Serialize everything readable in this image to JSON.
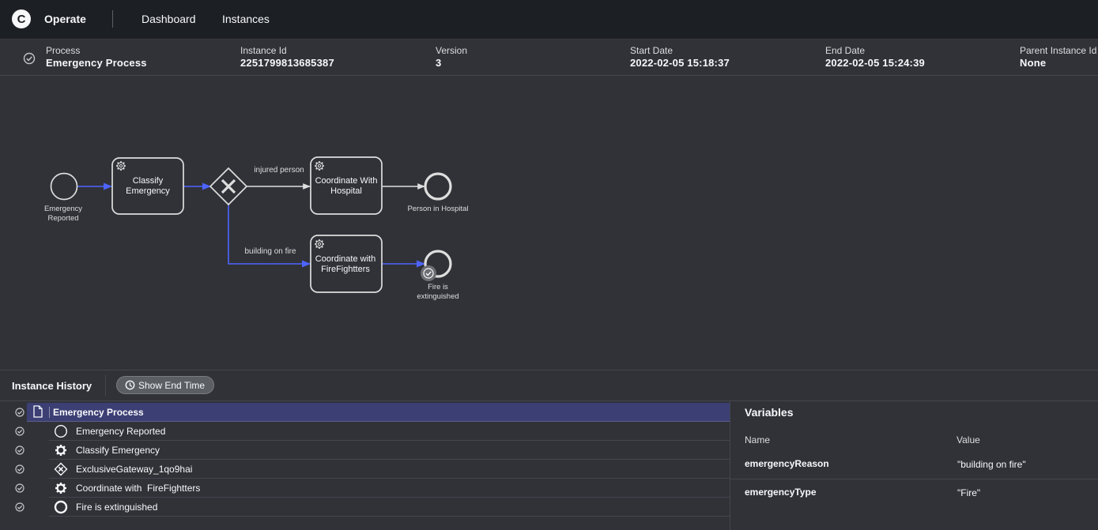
{
  "app": {
    "brand_letter": "C",
    "name": "Operate",
    "nav": [
      "Dashboard",
      "Instances"
    ]
  },
  "header": {
    "process_label": "Process",
    "process_value": "Emergency Process",
    "instance_label": "Instance Id",
    "instance_value": "2251799813685387",
    "version_label": "Version",
    "version_value": "3",
    "start_label": "Start Date",
    "start_value": "2022-02-05 15:18:37",
    "end_label": "End Date",
    "end_value": "2022-02-05 15:24:39",
    "parent_label": "Parent Instance Id",
    "parent_value": "None"
  },
  "diagram": {
    "start_event": "Emergency\nReported",
    "classify_task": "Classify\nEmergency",
    "hospital_task": "Coordinate With\nHospital",
    "firefighters_task": "Coordinate with\nFireFightters",
    "hospital_end": "Person in Hospital",
    "fire_end": "Fire is\nextinguished",
    "flow_injured": "injured person",
    "flow_fire": "building on fire"
  },
  "history": {
    "title": "Instance History",
    "toggle_label": "Show End Time",
    "rows": [
      {
        "label": "Emergency Process",
        "icon": "document-icon"
      },
      {
        "label": "Emergency Reported",
        "icon": "start-event-icon"
      },
      {
        "label": "Classify Emergency",
        "icon": "service-task-icon"
      },
      {
        "label": "ExclusiveGateway_1qo9hai",
        "icon": "exclusive-gateway-icon"
      },
      {
        "label": "Coordinate with  FireFightters",
        "icon": "service-task-icon"
      },
      {
        "label": "Fire is extinguished",
        "icon": "end-event-icon"
      }
    ]
  },
  "variables": {
    "title": "Variables",
    "name_header": "Name",
    "value_header": "Value",
    "items": [
      {
        "name": "emergencyReason",
        "value": "\"building on fire\""
      },
      {
        "name": "emergencyType",
        "value": "\"Fire\""
      }
    ]
  },
  "colors": {
    "completed_flow": "#4d64ff",
    "active_row": "#3c3f74",
    "background": "#313238",
    "topbar": "#1c1f23"
  }
}
